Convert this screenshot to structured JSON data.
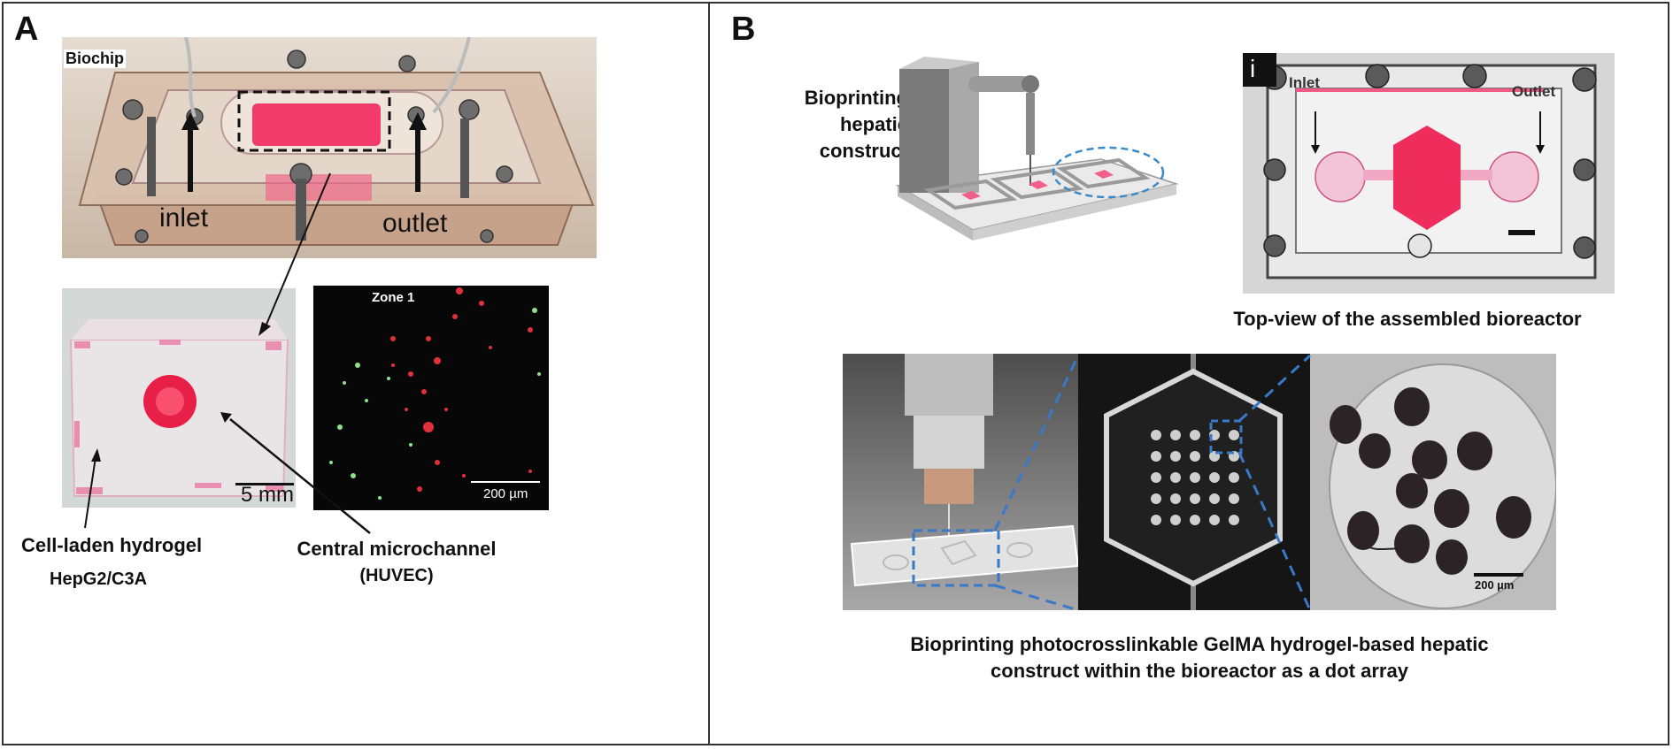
{
  "panels": {
    "A": {
      "letter": "A",
      "biochip_label": "Biochip",
      "inlet_label": "inlet",
      "outlet_label": "outlet",
      "scale_5mm": "5 mm",
      "zone_label": "Zone 1",
      "scale_200um": "200 µm",
      "hydrogel_label": "Cell-laden hydrogel",
      "hydrogel_cells": "HepG2/C3A",
      "microchannel_label": "Central microchannel",
      "microchannel_cells": "(HUVEC)"
    },
    "B": {
      "letter": "B",
      "bioprint_line1": "Bioprinting",
      "bioprint_line2": "hepatic",
      "bioprint_line3": "construct",
      "inset_marker": "i",
      "inlet_label": "Inlet",
      "outlet_label": "Outlet",
      "topview_caption": "Top-view of the assembled bioreactor",
      "scale_200um": "200 µm",
      "bottom_caption_line1": "Bioprinting photocrosslinkable GelMA hydrogel-based hepatic",
      "bottom_caption_line2": "construct within the bioreactor as a dot array"
    }
  },
  "colors": {
    "hydrogel_red": "#e8203f",
    "dashed_blue": "#3a78c8",
    "plate_tan": "#c9a98e"
  }
}
